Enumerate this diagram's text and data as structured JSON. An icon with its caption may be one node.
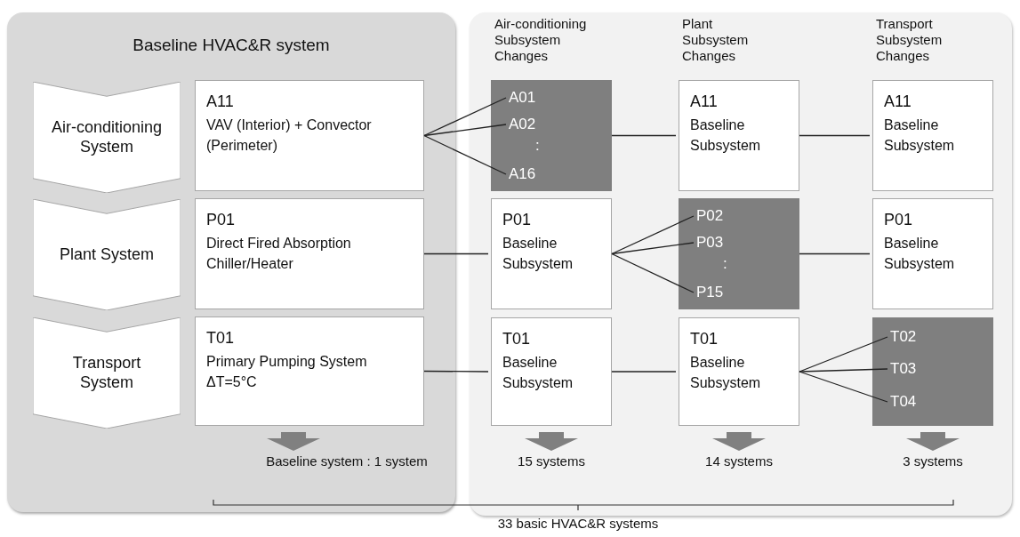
{
  "diagram": {
    "nodes": [
      {
        "text": [
          "Baseline HVAC&R system"
        ]
      },
      {
        "text": [
          "Air-conditioning System"
        ],
        "in": 0
      },
      {
        "text": [
          "A11",
          "VAV (Interior) + Convector (Perimeter)"
        ],
        "in": 0
      },
      {
        "text": [
          "Plant System"
        ],
        "in": 0
      },
      {
        "text": [
          "P01",
          "Direct Fired Absorption Chiller/Heater"
        ],
        "in": 0
      },
      {
        "text": [
          "Transport System"
        ],
        "in": 0
      },
      {
        "text": [
          "T01",
          "Primary Pumping System",
          "ΔT=5°C"
        ],
        "in": 0
      },
      {
        "text": [],
        "shape": "box"
      },
      {
        "text": [
          "A01"
        ],
        "in": 7
      },
      {
        "text": [
          "A02"
        ],
        "in": 7
      },
      {
        "text": [
          "A16"
        ],
        "in": 7
      },
      {
        "text": [
          "A11",
          "Baseline Subsystem"
        ]
      },
      {
        "text": [
          "A11",
          "Baseline Subsystem"
        ]
      },
      {
        "text": [
          "P01",
          "Baseline Subsystem"
        ]
      },
      {
        "text": [],
        "shape": "box"
      },
      {
        "text": [
          "P02"
        ],
        "in": 14
      },
      {
        "text": [
          "P03"
        ],
        "in": 14
      },
      {
        "text": [
          "P15"
        ],
        "in": 14
      },
      {
        "text": [
          "P01",
          "Baseline Subsystem"
        ]
      },
      {
        "text": [
          "T01",
          "Baseline Subsystem"
        ]
      },
      {
        "text": [
          "T01",
          "Baseline Subsystem"
        ]
      },
      {
        "text": [],
        "shape": "box"
      },
      {
        "text": [
          "T02"
        ],
        "in": 21
      },
      {
        "text": [
          "T03"
        ],
        "in": 21
      },
      {
        "text": [
          "T04"
        ],
        "in": 21
      }
    ],
    "edges": [
      {
        "from": 2,
        "to": 8,
        "arrow": "none"
      },
      {
        "from": 2,
        "to": 9,
        "arrow": "none"
      },
      {
        "from": 2,
        "to": 10,
        "arrow": "none"
      },
      {
        "from": 7,
        "to": 11,
        "arrow": "none"
      },
      {
        "from": 11,
        "to": 12,
        "arrow": "none"
      },
      {
        "from": 4,
        "to": 13,
        "arrow": "none"
      },
      {
        "from": 13,
        "to": 15,
        "arrow": "none"
      },
      {
        "from": 13,
        "to": 16,
        "arrow": "none"
      },
      {
        "from": 13,
        "to": 17,
        "arrow": "none"
      },
      {
        "from": 14,
        "to": 18,
        "arrow": "none"
      },
      {
        "from": 6,
        "to": 19,
        "arrow": "none"
      },
      {
        "from": 19,
        "to": 20,
        "arrow": "none"
      },
      {
        "from": 20,
        "to": 22,
        "arrow": "none"
      },
      {
        "from": 20,
        "to": 23,
        "arrow": "none"
      },
      {
        "from": 20,
        "to": 24,
        "arrow": "none"
      }
    ],
    "labels": [
      "Air-conditioning Subsystem Changes",
      "Plant Subsystem Changes",
      "Transport Subsystem Changes",
      ":",
      ":",
      "Baseline system : 1 system",
      "15 systems",
      "14 systems",
      "3 systems",
      "33 basic HVAC&R systems"
    ]
  }
}
